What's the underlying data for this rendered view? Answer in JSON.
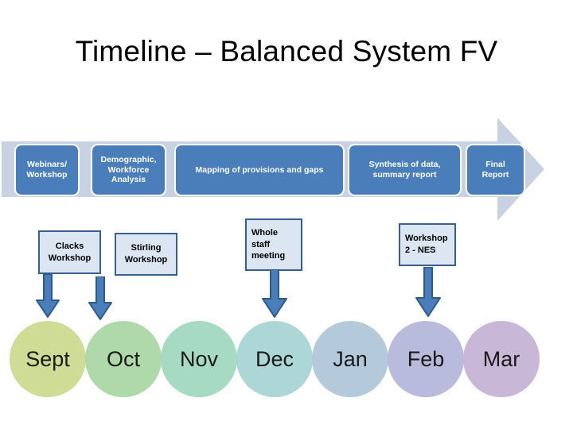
{
  "slide": {
    "title": "Timeline – Balanced System FV",
    "background_color": "#ffffff"
  },
  "colors": {
    "chevron_fill": "#c6cfe0",
    "chevron_fill_light": "#dfe4ee",
    "phase_box_fill": "#4a7ebb",
    "phase_box_text": "#ffffff",
    "event_box_fill": "#dce6f2",
    "event_box_border": "#38608f",
    "arrow_fill": "#4a7ebb",
    "arrow_border": "#2e5a8a"
  },
  "phases": [
    {
      "label": "Webinars/ Workshop",
      "line1": "Webinars/",
      "line2": "Workshop",
      "line3": ""
    },
    {
      "label": "Demographic, Workforce Analysis",
      "line1": "Demographic,",
      "line2": "Workforce",
      "line3": "Analysis"
    },
    {
      "label": "Mapping of provisions and gaps",
      "line1": "Mapping of provisions and gaps",
      "line2": "",
      "line3": ""
    },
    {
      "label": "Synthesis of data, summary report",
      "line1": "Synthesis of data,",
      "line2": "summary report",
      "line3": ""
    },
    {
      "label": "Final Report",
      "line1": "Final",
      "line2": "Report",
      "line3": ""
    }
  ],
  "events": [
    {
      "label": "Clacks Workshop",
      "line1": "Clacks",
      "line2": "Workshop",
      "line3": "",
      "align": "center"
    },
    {
      "label": "Stirling Workshop",
      "line1": "Stirling",
      "line2": "Workshop",
      "line3": "",
      "align": "center"
    },
    {
      "label": "Whole staff meeting",
      "line1": "Whole",
      "line2": "staff",
      "line3": "meeting",
      "align": "left"
    },
    {
      "label": "Workshop 2 - NES",
      "line1": "Workshop",
      "line2": "2 -  NES",
      "line3": "",
      "align": "left"
    }
  ],
  "months": [
    {
      "label": "Sept",
      "color": "#cfdc96"
    },
    {
      "label": "Oct",
      "color": "#a8d6a4"
    },
    {
      "label": "Nov",
      "color": "#9ed7bd"
    },
    {
      "label": "Dec",
      "color": "#a6d2d3"
    },
    {
      "label": "Jan",
      "color": "#aec5d8"
    },
    {
      "label": "Feb",
      "color": "#b2b5d8"
    },
    {
      "label": "Mar",
      "color": "#c4b1d4"
    }
  ],
  "arrows": [
    {
      "name": "arrow-to-sept"
    },
    {
      "name": "arrow-to-oct"
    },
    {
      "name": "arrow-to-dec"
    },
    {
      "name": "arrow-to-feb"
    }
  ]
}
